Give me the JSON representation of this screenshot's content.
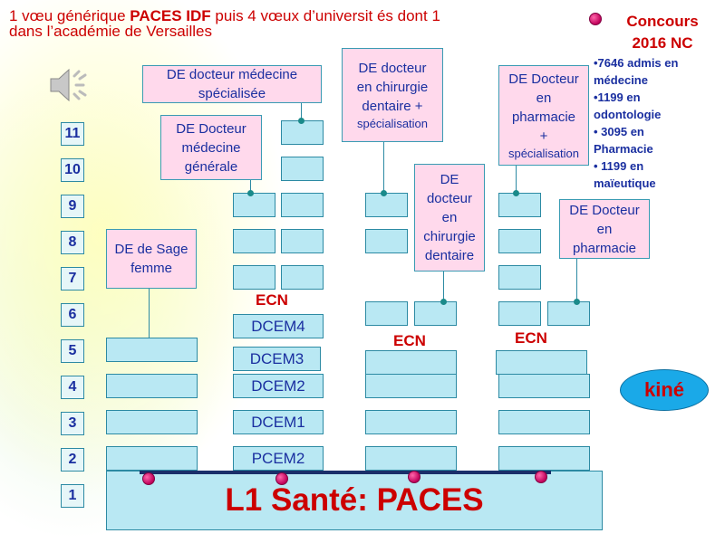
{
  "title": {
    "line1_prefix": " 1 vœu générique ",
    "line1_bold": "PACES IDF",
    "line1_suffix": " puis 4 vœux d’universit és dont 1",
    "line2": "dans l’académie de Versailles"
  },
  "concours": {
    "line1": "Concours",
    "line2": "2016 NC",
    "stats": [
      "•7646 admis en",
      "médecine",
      "•1199 en",
      "odontologie",
      "• 3095 en",
      "Pharmacie",
      "• 1199 en",
      "maïeutique"
    ]
  },
  "icons": {
    "speaker": "speaker-icon",
    "bullet": "magenta-bullet-icon"
  },
  "years": [
    "11",
    "10",
    "9",
    "8",
    "7",
    "6",
    "5",
    "4",
    "3",
    "2",
    "1"
  ],
  "medicine_stages": [
    "DCEM4",
    "DCEM3",
    "DCEM2",
    "DCEM1",
    "PCEM2"
  ],
  "ecn_label": "ECN",
  "degrees": {
    "med_specialisee": [
      "DE docteur médecine",
      "spécialisée"
    ],
    "med_generale": [
      "DE Docteur",
      "médecine",
      "générale"
    ],
    "dentaire_spec": [
      "DE docteur",
      "en chirurgie",
      "dentaire +",
      "spécialisation"
    ],
    "dentaire": [
      "DE",
      "docteur",
      "en",
      "chirurgie",
      "dentaire"
    ],
    "pharma_spec": [
      "DE Docteur",
      "en",
      "pharmacie",
      "+",
      "spécialisation"
    ],
    "pharma": [
      "DE Docteur",
      "en",
      "pharmacie"
    ],
    "sage_femme": [
      "DE de Sage",
      "femme"
    ]
  },
  "kine_label": "kiné",
  "paces_label": "L1 Santé: PACES",
  "colors": {
    "accent_red": "#cc0000",
    "label_blue": "#1a2fa0",
    "box_fill": "#b9e8f3",
    "label_fill": "#ffd9ec",
    "kine_fill": "#1aa9e8"
  }
}
